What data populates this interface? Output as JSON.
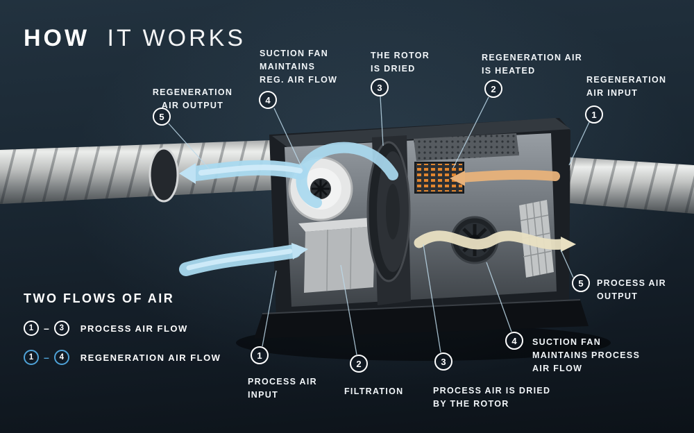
{
  "title": {
    "strong": "HOW",
    "light": "IT WORKS"
  },
  "callouts": [
    {
      "id": "regeneration-air-output",
      "number": "5",
      "label": "REGENERATION\nAIR OUTPUT"
    },
    {
      "id": "suction-fan-reg",
      "number": "4",
      "label": "SUCTION FAN\nMAINTAINS\nREG. AIR FLOW"
    },
    {
      "id": "rotor-dried",
      "number": "3",
      "label": "THE ROTOR\nIS DRIED"
    },
    {
      "id": "regeneration-air-heated",
      "number": "2",
      "label": "REGENERATION AIR\nIS HEATED"
    },
    {
      "id": "regeneration-air-input",
      "number": "1",
      "label": "REGENERATION\nAIR INPUT"
    },
    {
      "id": "process-air-input",
      "number": "1",
      "label": "PROCESS AIR\nINPUT"
    },
    {
      "id": "filtration",
      "number": "2",
      "label": "FILTRATION"
    },
    {
      "id": "process-air-dried",
      "number": "3",
      "label": "PROCESS AIR IS DRIED\nBY THE ROTOR"
    },
    {
      "id": "suction-fan-process",
      "number": "4",
      "label": "SUCTION FAN\nMAINTAINS PROCESS\nAIR FLOW"
    },
    {
      "id": "process-air-output",
      "number": "5",
      "label": "PROCESS AIR\nOUTPUT"
    }
  ],
  "legend": {
    "title": "TWO FLOWS OF AIR",
    "rows": [
      {
        "from": "1",
        "separator": "–",
        "to": "3",
        "label": "PROCESS AIR FLOW"
      },
      {
        "from": "1",
        "separator": "–",
        "to": "4",
        "label": "REGENERATION AIR FLOW"
      }
    ]
  },
  "colors": {
    "accent_blue": "#4fa3d8",
    "flow_blue": "#a9d9ef",
    "flow_blue_light": "#d2ecf9",
    "flow_warm": "#e9e0c2",
    "heat_orange": "#e2862f",
    "background_dark": "#16222d",
    "text_white": "#f2f6f9"
  }
}
